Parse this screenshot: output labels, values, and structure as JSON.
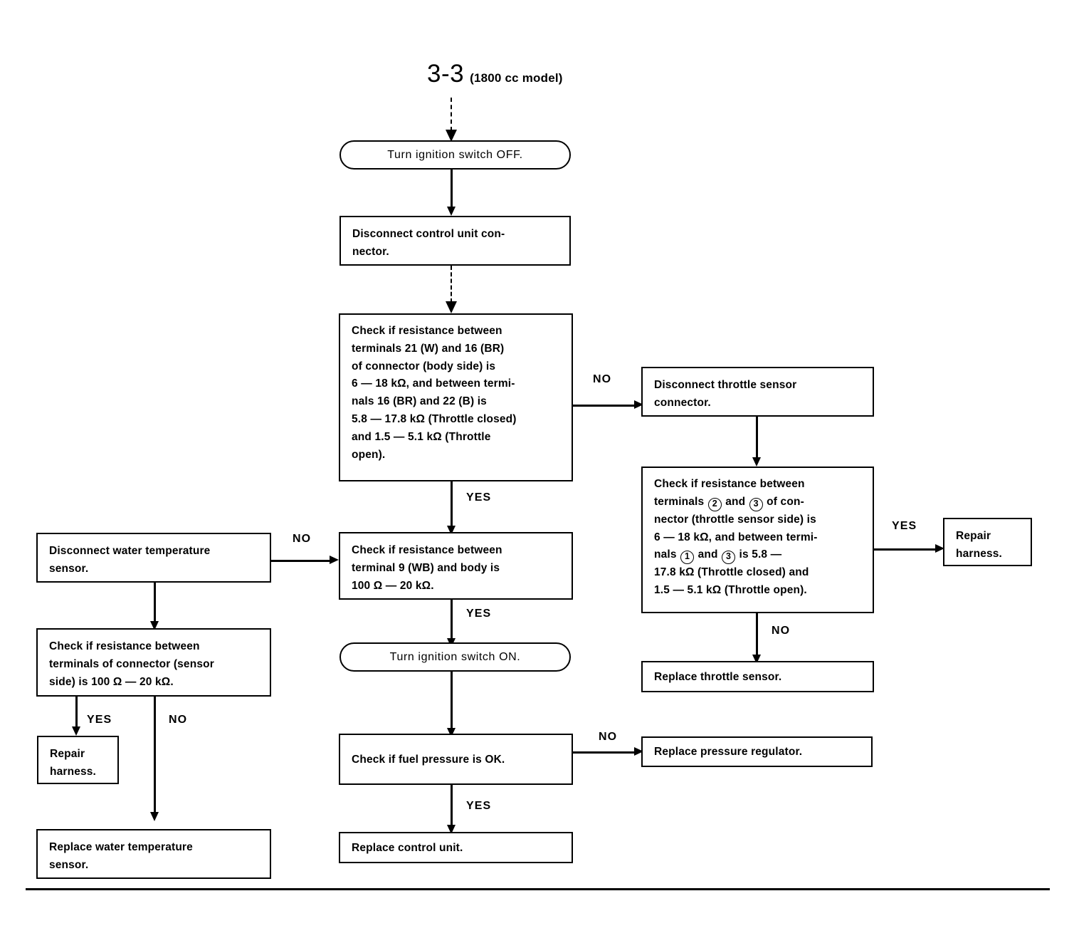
{
  "page": {
    "title_number": "3-3",
    "title_subtitle": "(1800 cc model)"
  },
  "nodes": {
    "ignition_off": {
      "label": "Turn ignition switch OFF."
    },
    "disconnect_control_unit": {
      "lines": [
        "Disconnect control unit con-",
        "nector."
      ]
    },
    "check_main_resistance": {
      "lines": [
        "Check if resistance between",
        "terminals 21 (W) and 16 (BR)",
        "of connector (body side) is",
        "6 — 18 kΩ, and between termi-",
        "nals 16 (BR) and 22 (B) is",
        "5.8 — 17.8 kΩ (Throttle closed)",
        "and 1.5 — 5.1 kΩ (Throttle",
        "open)."
      ]
    },
    "disconnect_throttle_sensor": {
      "lines": [
        "Disconnect throttle sensor",
        "connector."
      ]
    },
    "check_throttle_sensor": {
      "line1": "Check if resistance between",
      "line2_a": "terminals",
      "line2_c1": "2",
      "line2_b": "and",
      "line2_c2": "3",
      "line2_d": "of con-",
      "line3": "nector (throttle sensor side) is",
      "line4": "6 — 18 kΩ, and between termi-",
      "line5_a": "nals",
      "line5_c1": "1",
      "line5_b": "and",
      "line5_c2": "3",
      "line5_d": "is 5.8 —",
      "line6": "17.8 kΩ (Throttle closed) and",
      "line7": "1.5 — 5.1 kΩ (Throttle open)."
    },
    "repair_harness_right": {
      "lines": [
        "Repair",
        "harness."
      ]
    },
    "replace_throttle_sensor": {
      "label": "Replace throttle sensor."
    },
    "disconnect_water_temp_sensor": {
      "lines": [
        "Disconnect water temperature",
        "sensor."
      ]
    },
    "check_water_temp_resistance": {
      "lines": [
        "Check if resistance between",
        "terminals of connector (sensor",
        "side) is 100 Ω — 20 kΩ."
      ]
    },
    "repair_harness_left": {
      "lines": [
        "Repair",
        "harness."
      ]
    },
    "replace_water_temp_sensor": {
      "lines": [
        "Replace water temperature",
        "sensor."
      ]
    },
    "check_terminal9": {
      "lines": [
        "Check if resistance between",
        "terminal 9 (WB) and body is",
        "100 Ω — 20 kΩ."
      ]
    },
    "ignition_on": {
      "label": "Turn ignition switch ON."
    },
    "check_fuel_pressure": {
      "label": "Check if fuel pressure is OK."
    },
    "replace_pressure_regulator": {
      "label": "Replace pressure regulator."
    },
    "replace_control_unit": {
      "label": "Replace control unit."
    }
  },
  "branch_labels": {
    "main_no": "NO",
    "main_yes": "YES",
    "water_temp_no": "NO",
    "terminal9_yes": "YES",
    "throttle_yes": "YES",
    "throttle_no": "NO",
    "water_check_yes": "YES",
    "water_check_no": "NO",
    "fuel_no": "NO",
    "fuel_yes": "YES"
  },
  "colors": {
    "ink": "#000000",
    "paper": "#ffffff"
  }
}
